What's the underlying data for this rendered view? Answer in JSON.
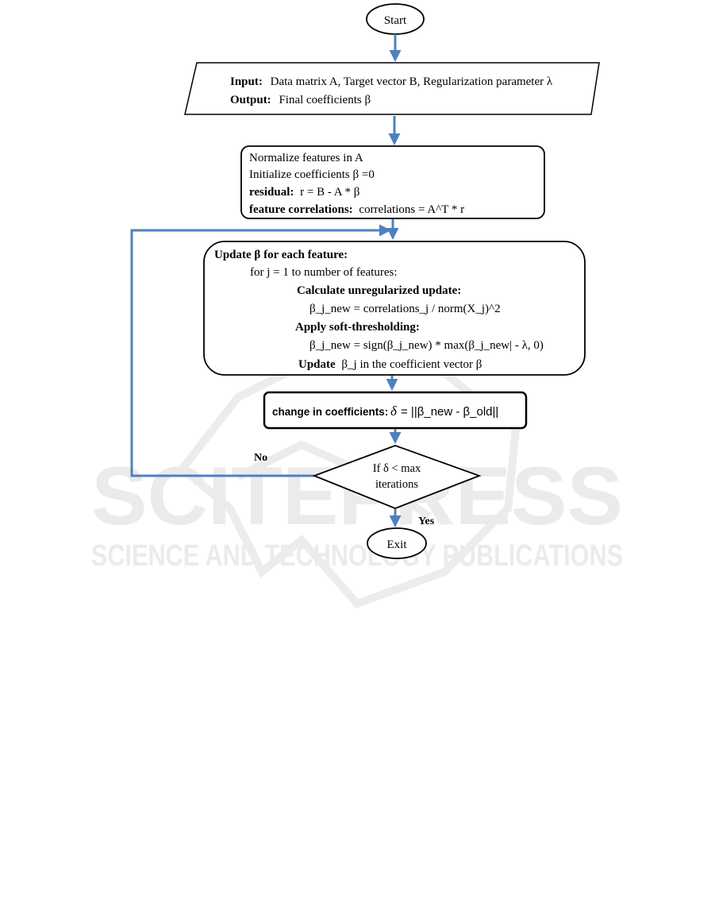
{
  "watermark": {
    "main": "SCITEPRESS",
    "sub": "SCIENCE AND TECHNOLOGY PUBLICATIONS"
  },
  "start": {
    "label": "Start"
  },
  "io": {
    "input_label": "Input:",
    "input_text": "Data matrix A, Target vector B, Regularization parameter λ",
    "output_label": "Output:",
    "output_text": "Final coefficients β"
  },
  "init": {
    "line1": "Normalize features in A",
    "line2": "Initialize coefficients β =0",
    "line3_label": "residual:",
    "line3_text": "r = B - A * β",
    "line4_label": "feature correlations:",
    "line4_text": "correlations = A^T * r"
  },
  "update": {
    "title": "Update β for each feature:",
    "loop": "for j = 1 to number of features:",
    "calc_label": "Calculate unregularized update:",
    "calc_formula": "β_j_new = correlations_j / norm(X_j)^2",
    "soft_label": "Apply soft-thresholding:",
    "soft_formula": "β_j_new = sign(β_j_new) * max(β_j_new| - λ, 0)",
    "final_bold": "Update",
    "final_text": "β_j in the coefficient vector β"
  },
  "change": {
    "label": "change in coefficients:",
    "symbol": "δ",
    "formula": "= ||β_new - β_old||"
  },
  "decision": {
    "line1": "If δ < max",
    "line2": "iterations",
    "no_label": "No",
    "yes_label": "Yes"
  },
  "exit": {
    "label": "Exit"
  },
  "colors": {
    "arrow": "#4f81bd",
    "outline": "#000000",
    "watermark": "#ebebeb"
  }
}
